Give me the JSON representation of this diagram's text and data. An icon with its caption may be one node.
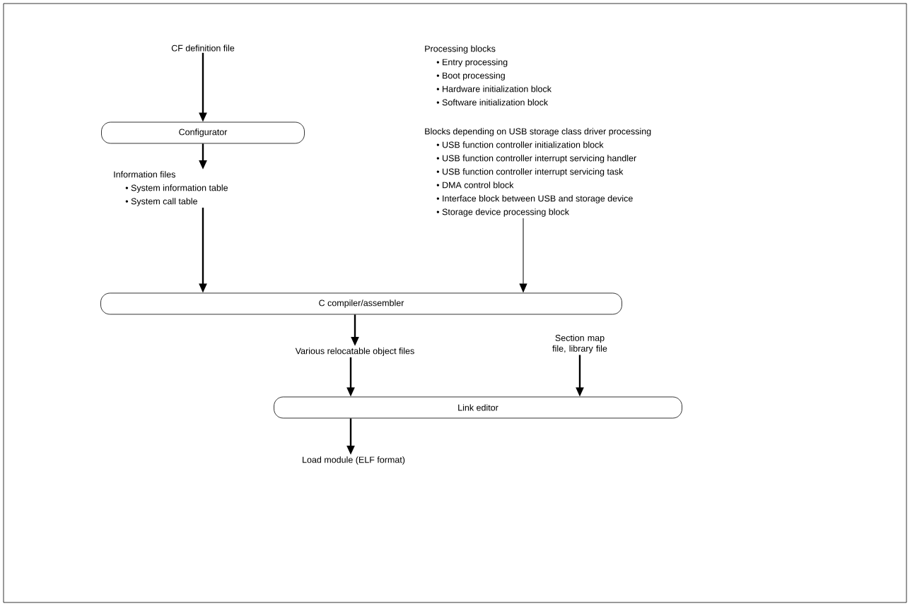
{
  "diagram": {
    "nodes": [
      {
        "text": [
          "CF definition file"
        ]
      },
      {
        "text": [
          "Configurator"
        ]
      },
      {
        "text": [
          "Information files",
          "• System information table",
          "• System call table"
        ]
      },
      {
        "text": [
          "Processing blocks",
          "• Entry processing",
          "• Boot processing",
          "• Hardware initialization block",
          "• Software initialization block",
          "Blocks depending on USB storage class driver processing",
          "• USB function controller initialization block",
          "• USB function controller interrupt servicing handler",
          "• USB function controller interrupt servicing task",
          "• DMA control block",
          "• Interface block between USB and storage device",
          "• Storage device processing block"
        ]
      },
      {
        "text": [
          "C compiler/assembler"
        ]
      },
      {
        "text": [
          "Various relocatable object files"
        ]
      },
      {
        "text": [
          "Section map file, library file"
        ]
      },
      {
        "text": [
          "Link editor"
        ]
      },
      {
        "text": [
          "Load module (ELF format)"
        ]
      }
    ],
    "edges": [
      {
        "from": 0,
        "to": 1,
        "arrow": "to"
      },
      {
        "from": 1,
        "to": 2,
        "arrow": "to"
      },
      {
        "from": 2,
        "to": 4,
        "arrow": "to"
      },
      {
        "from": 3,
        "to": 4,
        "arrow": "to"
      },
      {
        "from": 4,
        "to": 5,
        "arrow": "to"
      },
      {
        "from": 5,
        "to": 7,
        "arrow": "to"
      },
      {
        "from": 6,
        "to": 7,
        "arrow": "to"
      },
      {
        "from": 7,
        "to": 8,
        "arrow": "to"
      }
    ]
  }
}
